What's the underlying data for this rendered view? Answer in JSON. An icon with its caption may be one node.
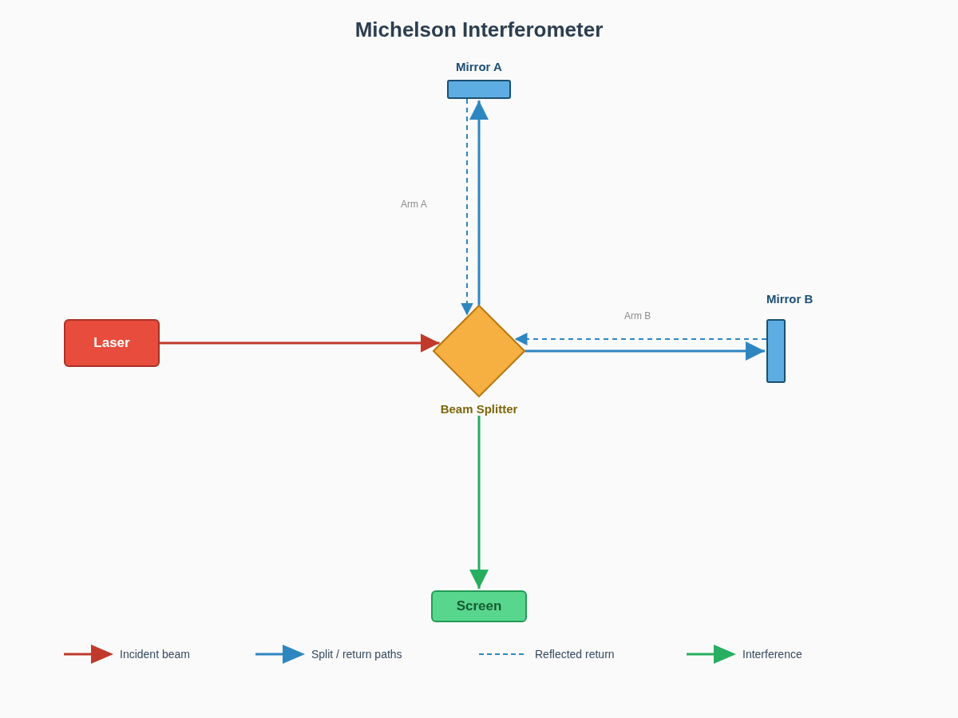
{
  "diagram": {
    "title": "Michelson Interferometer",
    "nodes": [
      {
        "text": [
          "Laser"
        ]
      },
      {
        "text": [
          "Beam Splitter"
        ]
      },
      {
        "text": [
          "Mirror A"
        ]
      },
      {
        "text": [
          "Mirror B"
        ]
      },
      {
        "text": [
          "Screen"
        ]
      }
    ],
    "edges": [
      {
        "from": 0,
        "to": 1,
        "arrow": "to",
        "color": "#c0392b"
      },
      {
        "from": 1,
        "to": 2,
        "arrow": "to"
      },
      {
        "from": 2,
        "to": 1,
        "arrow": "to",
        "style": "dashed"
      },
      {
        "from": 1,
        "to": 3,
        "arrow": "to"
      },
      {
        "from": 3,
        "to": 1,
        "arrow": "to",
        "style": "dashed"
      },
      {
        "from": 1,
        "to": 4,
        "arrow": "to",
        "color": "#27ae60"
      }
    ],
    "labels": [
      "Arm A",
      "Arm B"
    ],
    "legend": [
      {
        "text": "Incident beam"
      },
      {
        "text": "Split / return paths"
      },
      {
        "text": "Reflected return"
      },
      {
        "text": "Interference"
      }
    ]
  }
}
